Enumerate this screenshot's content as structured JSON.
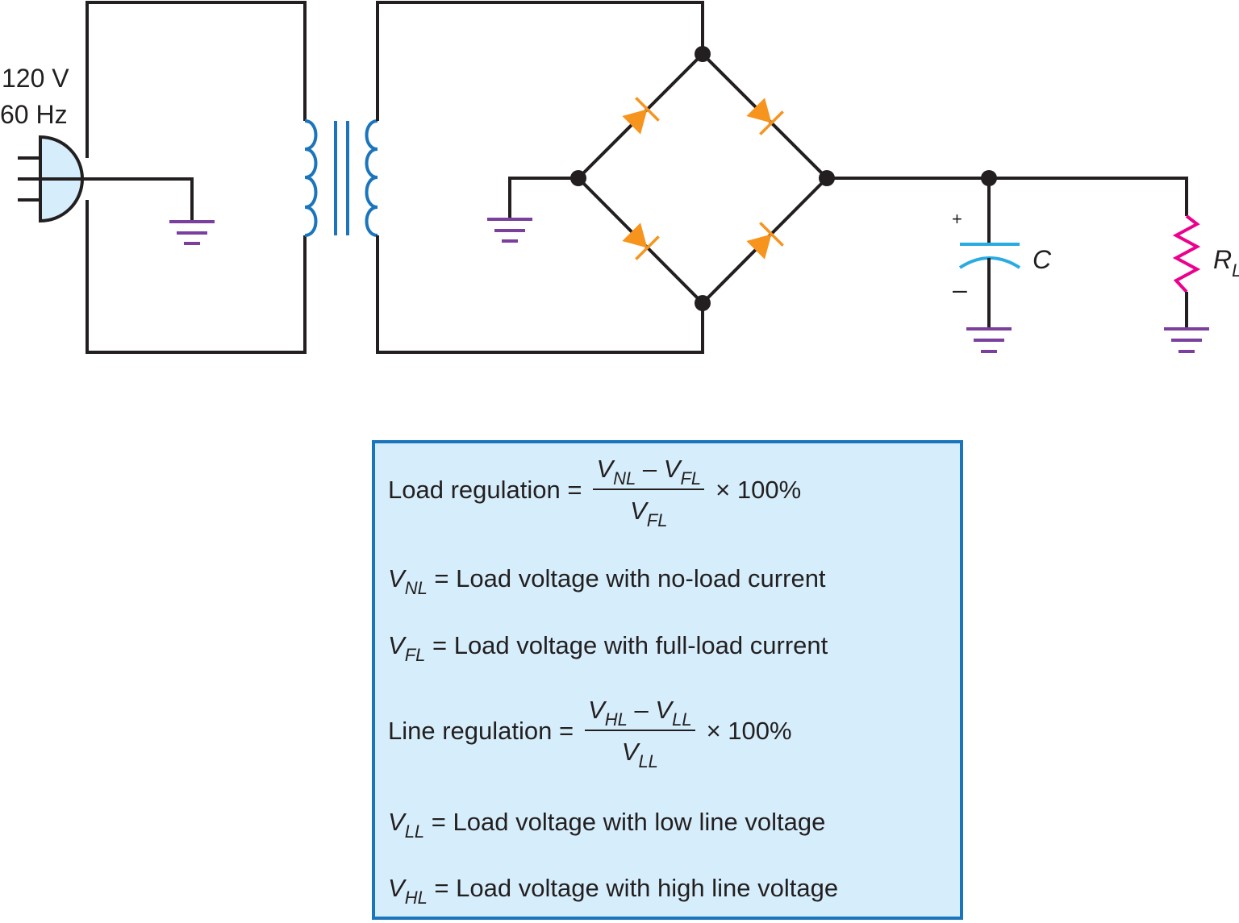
{
  "source": {
    "voltage": "120 V",
    "frequency": "60 Hz"
  },
  "labels": {
    "capacitor": "C",
    "capacitor_plus": "+",
    "capacitor_minus": "–",
    "load_resistor_main": "R",
    "load_resistor_sub": "L"
  },
  "formulas": {
    "load_regulation": {
      "lhs": "Load regulation =",
      "num_a": "V",
      "num_a_sub": "NL",
      "minus": "–",
      "num_b": "V",
      "num_b_sub": "FL",
      "den": "V",
      "den_sub": "FL",
      "times": "× 100%"
    },
    "vnl_def": {
      "sym": "V",
      "sub": "NL",
      "text": " = Load voltage with no-load current"
    },
    "vfl_def": {
      "sym": "V",
      "sub": "FL",
      "text": " = Load voltage with full-load current"
    },
    "line_regulation": {
      "lhs": "Line regulation =",
      "num_a": "V",
      "num_a_sub": "HL",
      "minus": "–",
      "num_b": "V",
      "num_b_sub": "LL",
      "den": "V",
      "den_sub": "LL",
      "times": "× 100%"
    },
    "vll_def": {
      "sym": "V",
      "sub": "LL",
      "text": " = Load voltage with low line voltage"
    },
    "vhl_def": {
      "sym": "V",
      "sub": "HL",
      "text": " = Load voltage with high line voltage"
    }
  },
  "colors": {
    "wire": "#231f20",
    "ground": "#7b3f9e",
    "transformer": "#1b75bc",
    "diode": "#f7941d",
    "capacitor": "#29abe2",
    "resistor": "#ec008c",
    "box_fill": "#d6eefb",
    "box_border": "#1b75bc"
  }
}
